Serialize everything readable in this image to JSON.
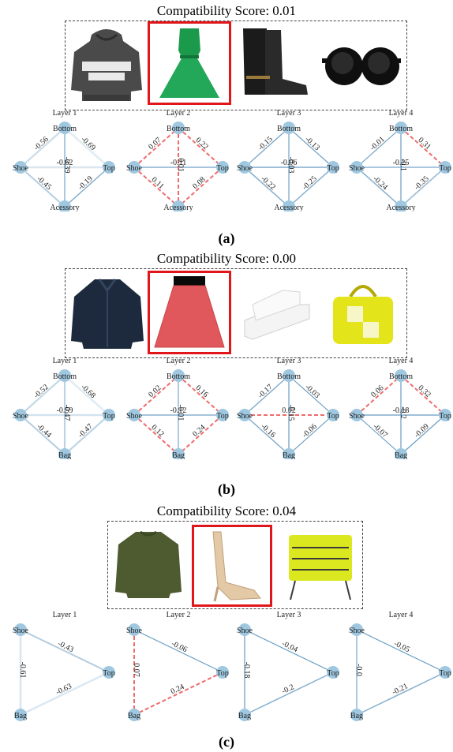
{
  "panels": [
    {
      "score": "Compatibility Score: 0.01",
      "caption": "(a)",
      "items": [
        "hoodie",
        "green-dress",
        "black-boots",
        "sunglasses"
      ],
      "node_names": [
        "Bottom",
        "Shoe",
        "Top",
        "Accessory"
      ],
      "node_labels": [
        "Bottom",
        "Shoe",
        "Top",
        "Acessory"
      ],
      "layers": [
        {
          "title": "Layer 1",
          "edges": [
            [
              "Shoe",
              "Bottom",
              "-0.56"
            ],
            [
              "Bottom",
              "Top",
              "-0.69"
            ],
            [
              "Shoe",
              "Top",
              "-0.62"
            ],
            [
              "Bottom",
              "Accessory",
              "-0.39"
            ],
            [
              "Shoe",
              "Accessory",
              "-0.45"
            ],
            [
              "Top",
              "Accessory",
              "-0.19"
            ]
          ]
        },
        {
          "title": "Layer 2",
          "edges": [
            [
              "Shoe",
              "Bottom",
              "0.07"
            ],
            [
              "Bottom",
              "Top",
              "0.22"
            ],
            [
              "Shoe",
              "Top",
              "-0.11"
            ],
            [
              "Bottom",
              "Accessory",
              "0.01"
            ],
            [
              "Shoe",
              "Accessory",
              "0.11"
            ],
            [
              "Top",
              "Accessory",
              "0.08"
            ]
          ]
        },
        {
          "title": "Layer 3",
          "edges": [
            [
              "Shoe",
              "Bottom",
              "-0.15"
            ],
            [
              "Bottom",
              "Top",
              "-0.13"
            ],
            [
              "Shoe",
              "Top",
              "-0.06"
            ],
            [
              "Bottom",
              "Accessory",
              "-0.03"
            ],
            [
              "Shoe",
              "Accessory",
              "-0.22"
            ],
            [
              "Top",
              "Accessory",
              "-0.25"
            ]
          ]
        },
        {
          "title": "Layer 4",
          "edges": [
            [
              "Shoe",
              "Bottom",
              "-0.01"
            ],
            [
              "Bottom",
              "Top",
              "0.31"
            ],
            [
              "Shoe",
              "Top",
              "-0.25"
            ],
            [
              "Bottom",
              "Accessory",
              "-0.1"
            ],
            [
              "Shoe",
              "Accessory",
              "-0.24"
            ],
            [
              "Top",
              "Accessory",
              "-0.35"
            ]
          ]
        }
      ]
    },
    {
      "score": "Compatibility Score: 0.00",
      "caption": "(b)",
      "items": [
        "denim-shirt",
        "red-skirt",
        "white-sandals",
        "yellow-bag"
      ],
      "node_names": [
        "Bottom",
        "Shoe",
        "Top",
        "Bag"
      ],
      "node_labels": [
        "Bottom",
        "Shoe",
        "Top",
        "Bag"
      ],
      "layers": [
        {
          "title": "Layer 1",
          "edges": [
            [
              "Shoe",
              "Bottom",
              "-0.52"
            ],
            [
              "Bottom",
              "Top",
              "-0.68"
            ],
            [
              "Shoe",
              "Top",
              "-0.59"
            ],
            [
              "Bottom",
              "Bag",
              "-0.47"
            ],
            [
              "Shoe",
              "Bag",
              "-0.44"
            ],
            [
              "Top",
              "Bag",
              "-0.47"
            ]
          ]
        },
        {
          "title": "Layer 2",
          "edges": [
            [
              "Shoe",
              "Bottom",
              "0.02"
            ],
            [
              "Bottom",
              "Top",
              "0.16"
            ],
            [
              "Shoe",
              "Top",
              "-0.12"
            ],
            [
              "Bottom",
              "Bag",
              "-0.01"
            ],
            [
              "Shoe",
              "Bag",
              "0.12"
            ],
            [
              "Top",
              "Bag",
              "0.24"
            ]
          ]
        },
        {
          "title": "Layer 3",
          "edges": [
            [
              "Shoe",
              "Bottom",
              "-0.17"
            ],
            [
              "Bottom",
              "Top",
              "-0.03"
            ],
            [
              "Shoe",
              "Top",
              "0.02"
            ],
            [
              "Bottom",
              "Bag",
              "-0.15"
            ],
            [
              "Shoe",
              "Bag",
              "-0.16"
            ],
            [
              "Top",
              "Bag",
              "-0.06"
            ]
          ]
        },
        {
          "title": "Layer 4",
          "edges": [
            [
              "Shoe",
              "Bottom",
              "0.06"
            ],
            [
              "Bottom",
              "Top",
              "0.32"
            ],
            [
              "Shoe",
              "Top",
              "-0.18"
            ],
            [
              "Bottom",
              "Bag",
              "-0.2"
            ],
            [
              "Shoe",
              "Bag",
              "-0.07"
            ],
            [
              "Top",
              "Bag",
              "-0.09"
            ]
          ]
        }
      ]
    },
    {
      "score": "Compatibility Score: 0.04",
      "caption": "(c)",
      "items": [
        "green-sweater",
        "gold-heels",
        "lime-crossbody-bag"
      ],
      "node_names": [
        "Shoe",
        "Top",
        "Bag"
      ],
      "node_labels": [
        "Shoe",
        "Top",
        "Bag"
      ],
      "layers": [
        {
          "title": "Layer 1",
          "edges": [
            [
              "Shoe",
              "Top",
              "-0.43"
            ],
            [
              "Shoe",
              "Bag",
              "-0.61"
            ],
            [
              "Top",
              "Bag",
              "-0.63"
            ]
          ]
        },
        {
          "title": "Layer 2",
          "edges": [
            [
              "Shoe",
              "Top",
              "-0.06"
            ],
            [
              "Shoe",
              "Bag",
              "0.07"
            ],
            [
              "Top",
              "Bag",
              "0.24"
            ]
          ]
        },
        {
          "title": "Layer 3",
          "edges": [
            [
              "Shoe",
              "Top",
              "-0.04"
            ],
            [
              "Shoe",
              "Bag",
              "-0.18"
            ],
            [
              "Top",
              "Bag",
              "-0.2"
            ]
          ]
        },
        {
          "title": "Layer 4",
          "edges": [
            [
              "Shoe",
              "Top",
              "-0.05"
            ],
            [
              "Shoe",
              "Bag",
              "-0.0"
            ],
            [
              "Top",
              "Bag",
              "-0.21"
            ]
          ]
        }
      ]
    }
  ],
  "colors": {
    "node": "#9fc8e0",
    "edge": "#5a93bd",
    "positive_edge": "#ef6b6b",
    "selected_border": "#e0161a"
  }
}
